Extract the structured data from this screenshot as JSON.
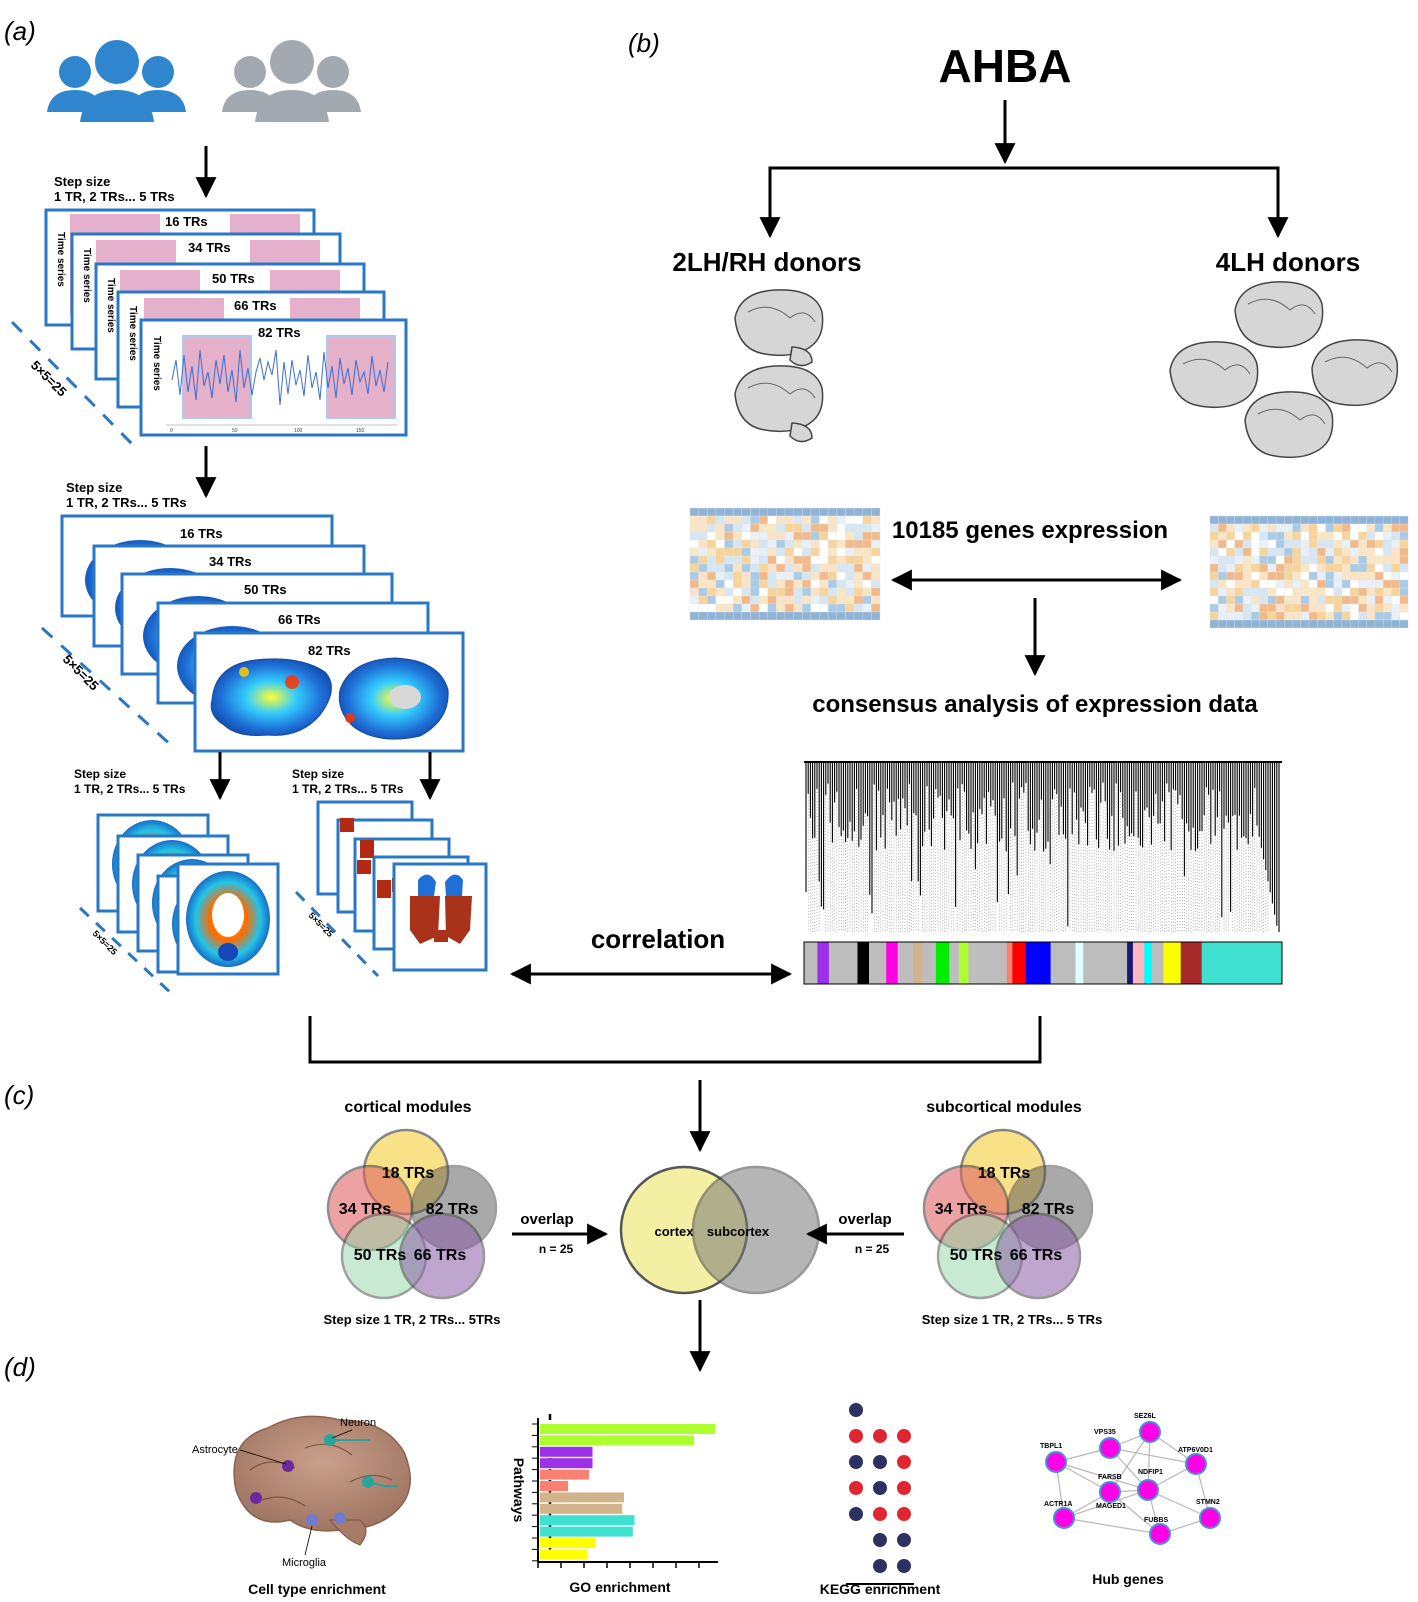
{
  "panels": {
    "a": "(a)",
    "b": "(b)",
    "c": "(c)",
    "d": "(d)"
  },
  "panel_a": {
    "step_size_title": "Step size",
    "step_size_values": "1 TR, 2 TRs... 5 TRs",
    "window_labels": [
      "16 TRs",
      "34 TRs",
      "50 TRs",
      "66 TRs",
      "82 TRs"
    ],
    "time_series_label": "Time series",
    "combo_label": "5×5=25",
    "ts_ticks": [
      "0",
      "50",
      "100",
      "150"
    ]
  },
  "panel_b": {
    "title": "AHBA",
    "left_group": "2LH/RH donors",
    "right_group": "4LH donors",
    "genes": "10185 genes expression",
    "consensus": "consensus analysis of expression data",
    "correlation": "correlation",
    "module_colors": [
      "#bdbdbd",
      "#9b30e8",
      "#bdbdbd",
      "#000000",
      "#bdbdbd",
      "#ff00e6",
      "#bdbdbd",
      "#d2b48c",
      "#bdbdbd",
      "#00ee00",
      "#bdbdbd",
      "#adff2f",
      "#bdbdbd",
      "#fa8072",
      "#ff0000",
      "#0000ff",
      "#bdbdbd",
      "#e0ffff",
      "#bdbdbd",
      "#191970",
      "#ffb6c1",
      "#00ffff",
      "#bdbdbd",
      "#ffff00",
      "#a52a2a",
      "#40e0d0"
    ]
  },
  "panel_c": {
    "cortical_title": "cortical modules",
    "subcortical_title": "subcortical modules",
    "circle_labels": [
      "18 TRs",
      "34 TRs",
      "82 TRs",
      "50 TRs",
      "66 TRs"
    ],
    "overlap": "overlap",
    "n": "n = 25",
    "cortex": "cortex",
    "subcortex": "subcortex",
    "cortical_step": "Step size 1 TR, 2 TRs... 5TRs",
    "subcortical_step": "Step size 1 TR, 2 TRs... 5 TRs"
  },
  "panel_d": {
    "cell_type_title": "Cell type enrichment",
    "cell_labels": [
      "Astrocyte",
      "Neuron",
      "Microglia"
    ],
    "go_title": "GO enrichment",
    "go_axis_label": "Pathways",
    "go_bars": [
      {
        "value": 1.0,
        "color": "#adff2f"
      },
      {
        "value": 0.88,
        "color": "#adff2f"
      },
      {
        "value": 0.3,
        "color": "#9b30e8"
      },
      {
        "value": 0.3,
        "color": "#9b30e8"
      },
      {
        "value": 0.28,
        "color": "#fa8072"
      },
      {
        "value": 0.16,
        "color": "#fa8072"
      },
      {
        "value": 0.48,
        "color": "#d2b48c"
      },
      {
        "value": 0.47,
        "color": "#d2b48c"
      },
      {
        "value": 0.54,
        "color": "#40e0d0"
      },
      {
        "value": 0.53,
        "color": "#40e0d0"
      },
      {
        "value": 0.32,
        "color": "#ffff00"
      },
      {
        "value": 0.27,
        "color": "#ffff00"
      }
    ],
    "kegg_title": "KEGG enrichment",
    "hub_title": "Hub genes",
    "hub_genes": [
      "TBPL1",
      "VPS35",
      "SEZ6L",
      "ATP6V0D1",
      "FARSB",
      "NDFIP1",
      "ACTR1A",
      "MAGED1",
      "STMN2",
      "FUBBS"
    ]
  }
}
